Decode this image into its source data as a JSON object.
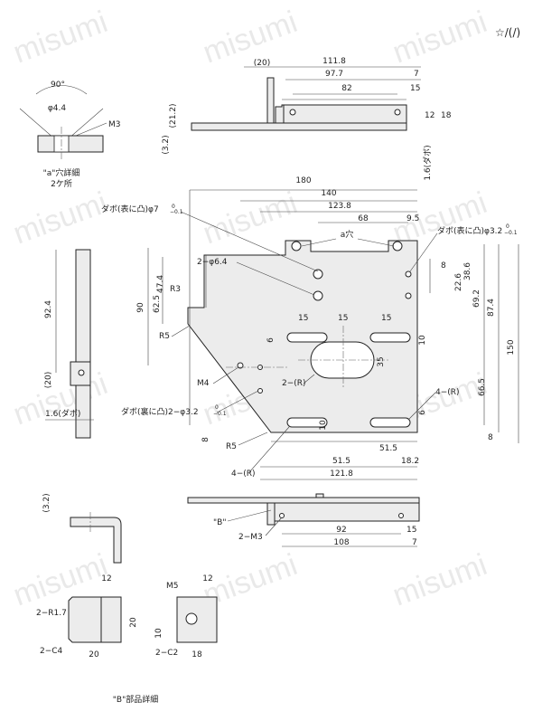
{
  "symbol": "☆/(/)",
  "watermark": "misumi",
  "detail_a": {
    "angle": "90°",
    "hole": "φ4.4",
    "thread": "M3",
    "caption": "\"a\"穴詳細",
    "count": "2ケ所"
  },
  "top_view": {
    "d111_8": "111.8",
    "d20": "(20)",
    "d97_7": "97.7",
    "d7": "7",
    "d82": "82",
    "d15": "15",
    "d21_2": "(21.2)",
    "d3_2": "(3.2)",
    "d12": "12",
    "d18": "18",
    "dabo": "1.6(ダボ)"
  },
  "main_view": {
    "d180": "180",
    "d140": "140",
    "d123_8": "123.8",
    "d68": "68",
    "d9_5": "9.5",
    "dabo_front": "ダボ(表に凸)φ7",
    "dabo_front_tol": "−0.1",
    "dabo_front_tol0": "0",
    "a_hole": "a穴",
    "dabo_front2": "ダボ(表に凸)φ3.2",
    "dabo_front2_tol": "−0.1",
    "dabo_front2_tol0": "0",
    "hole64": "2−φ6.4",
    "r3": "R3",
    "r5": "R5",
    "m4": "M4",
    "r5b": "R5",
    "d62_5": "62.5",
    "d47_4": "47.4",
    "d90": "90",
    "d8top": "8",
    "d22_6": "22.6",
    "d38_6": "38.6",
    "d69_2": "69.2",
    "d87_4": "87.4",
    "d150": "150",
    "d66_5": "66.5",
    "d8": "8",
    "d6a": "6",
    "d15a": "15",
    "d15b": "15",
    "d15c": "15",
    "d10a": "10",
    "d35": "35",
    "r2": "2−(R)",
    "r4": "4−(R)",
    "d10b": "10",
    "d6b": "6",
    "dabo_back": "ダボ(裏に凸)2−φ3.2",
    "dabo_back_tol": "−0.1",
    "dabo_back_tol0": "0",
    "d8b": "8",
    "d51_5a": "51.5",
    "d51_5b": "51.5",
    "d18_2": "18.2",
    "d121_8": "121.8",
    "r4b": "4−(R)"
  },
  "side_view": {
    "d92_4": "92.4",
    "d20": "(20)",
    "dabo": "1.6(ダボ)"
  },
  "bottom_view": {
    "b_label": "\"B\"",
    "m3": "2−M3",
    "d92": "92",
    "d15": "15",
    "d108": "108",
    "d7": "7"
  },
  "small_view": {
    "d3_2": "(3.2)"
  },
  "detail_b": {
    "d12a": "12",
    "d20a": "20",
    "d20b": "20",
    "r17": "2−R1.7",
    "c4": "2−C4",
    "m5": "M5",
    "d12b": "12",
    "d10": "10",
    "c2": "2−C2",
    "d18": "18",
    "caption": "\"B\"部品詳細"
  }
}
